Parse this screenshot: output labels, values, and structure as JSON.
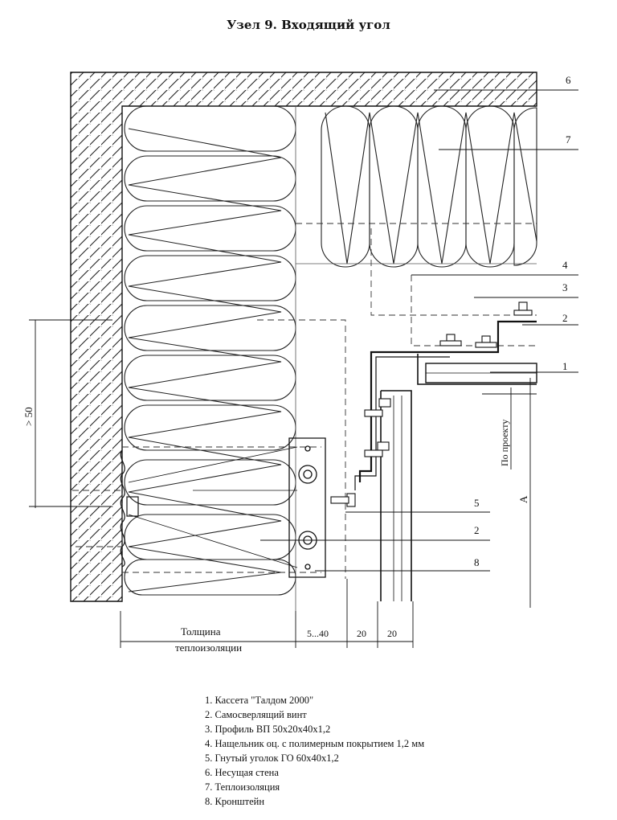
{
  "title": "Узел 9. Входящий угол",
  "callouts": [
    "6",
    "7",
    "4",
    "3",
    "2",
    "1",
    "5",
    "2",
    "8"
  ],
  "dimensions": {
    "gt50": "> 50",
    "insulation_thickness_1": "Толщина",
    "insulation_thickness_2": "теплоизоляции",
    "d1": "5...40",
    "d2": "20",
    "d3": "20",
    "po_proektu": "По проекту",
    "a": "А"
  },
  "legend": [
    "1. Кассета \"Талдом 2000\"",
    "2. Самосверлящий винт",
    "3.  Профиль ВП 50х20х40х1,2",
    "4. Нащельник оц. с полимерным покрытием 1,2 мм",
    "5. Гнутый уголок ГО 60х40х1,2",
    "6.  Несущая стена",
    "7. Теплоизоляция",
    "8. Кронштейн"
  ]
}
